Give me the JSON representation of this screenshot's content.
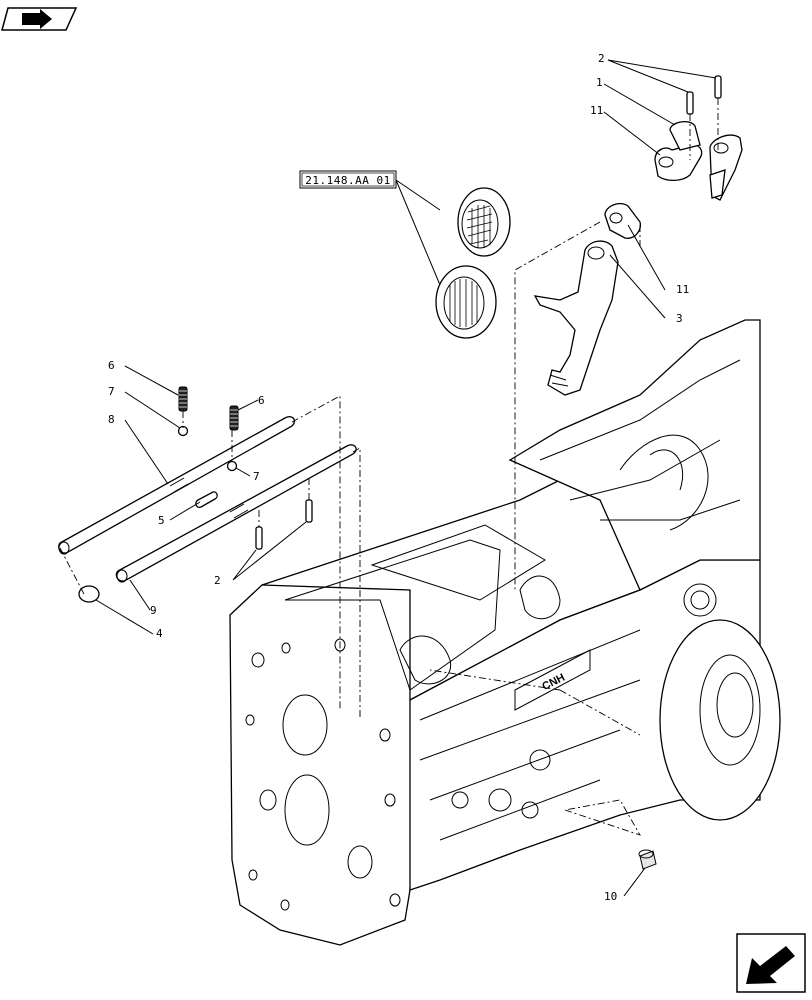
{
  "navigation": {
    "top_icon": "book-arrow-icon",
    "bottom_icon": "next-page-arrow-icon"
  },
  "reference": {
    "label": "21.148.AA 01"
  },
  "callouts": {
    "c1": "1",
    "c2_top": "2",
    "c2_bottom": "2",
    "c3": "3",
    "c4": "4",
    "c5": "5",
    "c6_left": "6",
    "c6_right": "6",
    "c7_left": "7",
    "c7_right": "7",
    "c8": "8",
    "c9": "9",
    "c10": "10",
    "c11_top": "11",
    "c11_right": "11"
  }
}
